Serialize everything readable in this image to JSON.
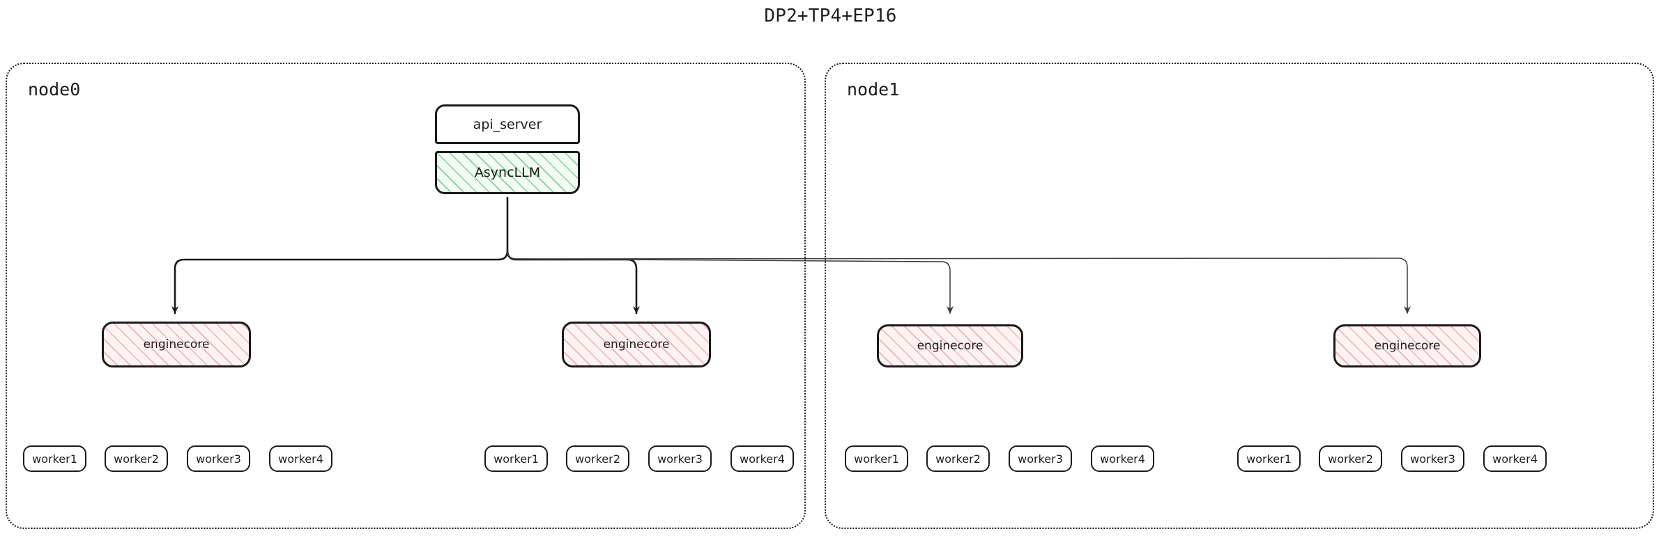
{
  "title": "DP2+TP4+EP16",
  "colors": {
    "stroke": "#1a1a1a",
    "engine_hatch": "#e78c8c",
    "engine_fill": "#fdf3f3",
    "async_hatch": "#6ec882",
    "async_fill": "#f2fbf4",
    "node_border": "#1a1a1a",
    "background": "#ffffff"
  },
  "nodes": [
    {
      "id": "node0",
      "label": "node0",
      "engines": [
        {
          "label": "enginecore",
          "workers": [
            "worker1",
            "worker2",
            "worker3",
            "worker4"
          ]
        },
        {
          "label": "enginecore",
          "workers": [
            "worker1",
            "worker2",
            "worker3",
            "worker4"
          ]
        }
      ]
    },
    {
      "id": "node1",
      "label": "node1",
      "engines": [
        {
          "label": "enginecore",
          "workers": [
            "worker1",
            "worker2",
            "worker3",
            "worker4"
          ]
        },
        {
          "label": "enginecore",
          "workers": [
            "worker1",
            "worker2",
            "worker3",
            "worker4"
          ]
        }
      ]
    }
  ],
  "frontend": {
    "api_server": "api_server",
    "async_llm": "AsyncLLM"
  }
}
